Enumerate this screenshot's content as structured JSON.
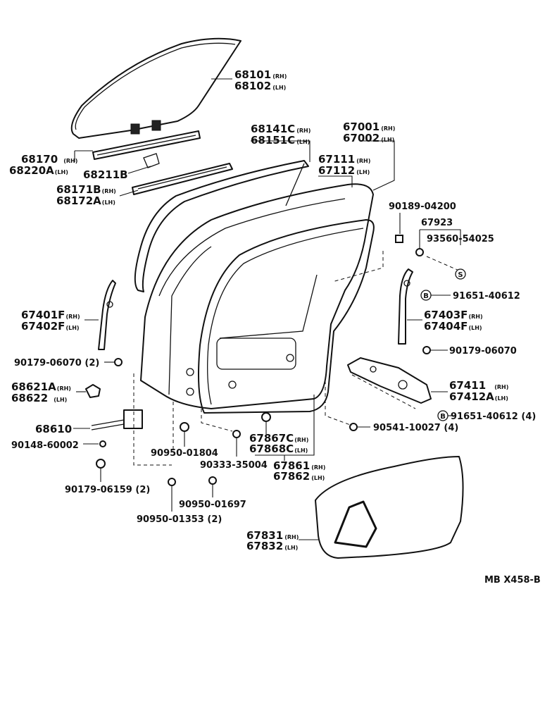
{
  "diagram": {
    "code": "MB X458-B",
    "labels": [
      {
        "id": "68101",
        "part": "68101",
        "side": "(RH)"
      },
      {
        "id": "68102",
        "part": "68102",
        "side": "(LH)"
      },
      {
        "id": "68170",
        "part": "68170",
        "side": "(RH)"
      },
      {
        "id": "68220A",
        "part": "68220A",
        "side": "(LH)"
      },
      {
        "id": "68211B",
        "part": "68211B",
        "side": ""
      },
      {
        "id": "68171B",
        "part": "68171B",
        "side": "(RH)"
      },
      {
        "id": "68172A",
        "part": "68172A",
        "side": "(LH)"
      },
      {
        "id": "68141C",
        "part": "68141C",
        "side": "(RH)"
      },
      {
        "id": "68151C",
        "part": "68151C",
        "side": "(LH)"
      },
      {
        "id": "67001",
        "part": "67001",
        "side": "(RH)"
      },
      {
        "id": "67002",
        "part": "67002",
        "side": "(LH)"
      },
      {
        "id": "67111",
        "part": "67111",
        "side": "(RH)"
      },
      {
        "id": "67112",
        "part": "67112",
        "side": "(LH)"
      },
      {
        "id": "90189-04200",
        "part": "90189-04200",
        "side": ""
      },
      {
        "id": "67923",
        "part": "67923",
        "side": ""
      },
      {
        "id": "93560-54025",
        "part": "93560-54025",
        "side": ""
      },
      {
        "id": "91651-40612",
        "part": "91651-40612",
        "side": ""
      },
      {
        "id": "67403F",
        "part": "67403F",
        "side": "(RH)"
      },
      {
        "id": "67404F",
        "part": "67404F",
        "side": "(LH)"
      },
      {
        "id": "90179-06070-r",
        "part": "90179-06070",
        "side": ""
      },
      {
        "id": "67401F",
        "part": "67401F",
        "side": "(RH)"
      },
      {
        "id": "67402F",
        "part": "67402F",
        "side": "(LH)"
      },
      {
        "id": "90179-06070-l",
        "part": "90179-06070 (2)",
        "side": ""
      },
      {
        "id": "68621A",
        "part": "68621A",
        "side": "(RH)"
      },
      {
        "id": "68622",
        "part": "68622",
        "side": "(LH)"
      },
      {
        "id": "68610",
        "part": "68610",
        "side": ""
      },
      {
        "id": "90148-60002",
        "part": "90148-60002",
        "side": ""
      },
      {
        "id": "90179-06159",
        "part": "90179-06159 (2)",
        "side": ""
      },
      {
        "id": "90950-01804",
        "part": "90950-01804",
        "side": ""
      },
      {
        "id": "90333-35004",
        "part": "90333-35004",
        "side": ""
      },
      {
        "id": "90950-01697",
        "part": "90950-01697",
        "side": ""
      },
      {
        "id": "90950-01353",
        "part": "90950-01353 (2)",
        "side": ""
      },
      {
        "id": "67411",
        "part": "67411",
        "side": "(RH)"
      },
      {
        "id": "67412A",
        "part": "67412A",
        "side": "(LH)"
      },
      {
        "id": "91651-40612-4",
        "part": "91651-40612 (4)",
        "side": ""
      },
      {
        "id": "90541-10027",
        "part": "90541-10027 (4)",
        "side": ""
      },
      {
        "id": "67867C",
        "part": "67867C",
        "side": "(RH)"
      },
      {
        "id": "67868C",
        "part": "67868C",
        "side": "(LH)"
      },
      {
        "id": "67861",
        "part": "67861",
        "side": "(RH)"
      },
      {
        "id": "67862",
        "part": "67862",
        "side": "(LH)"
      },
      {
        "id": "67831",
        "part": "67831",
        "side": "(RH)"
      },
      {
        "id": "67832",
        "part": "67832",
        "side": "(LH)"
      }
    ],
    "markers": {
      "bolt": "B",
      "screw": "S"
    }
  }
}
